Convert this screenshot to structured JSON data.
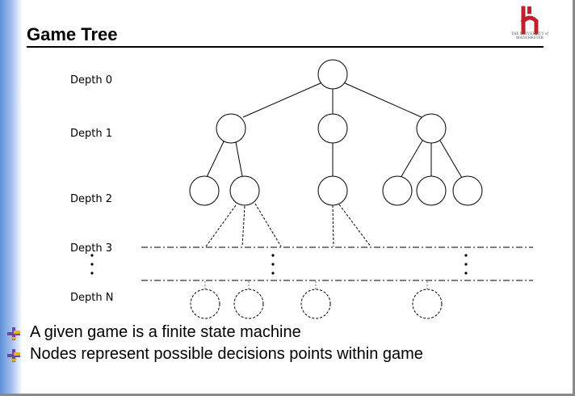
{
  "slide": {
    "title": "Game Tree",
    "logo_text": "THE UNIVERSITY of MANCHESTER",
    "depth_labels": [
      "Depth 0",
      "Depth 1",
      "Depth 2",
      "Depth 3",
      "Depth N"
    ],
    "bullets": [
      "A given game is a finite state machine",
      "Nodes represent possible decisions points within game"
    ]
  },
  "colors": {
    "left_band": "#6f9ae0",
    "bullet_cross": "#6a4aa0",
    "bullet_arrow": "#e8b020",
    "logo": "#c0202a"
  }
}
